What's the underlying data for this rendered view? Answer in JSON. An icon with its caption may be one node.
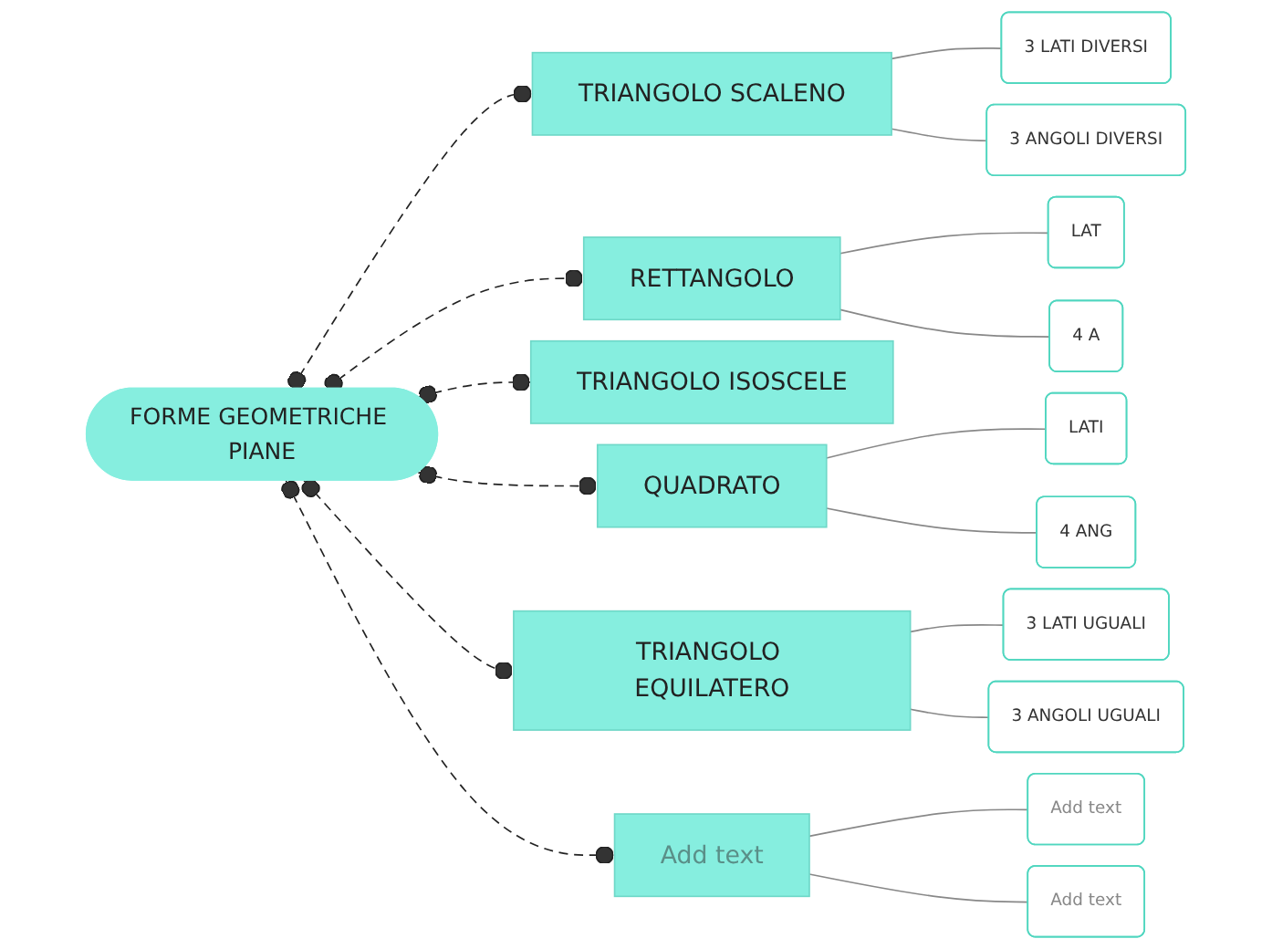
{
  "diagram": {
    "nodes": [
      {
        "text": [
          "FORME GEOMETRICHE PIANE"
        ]
      },
      {
        "text": [
          "TRIANGOLO SCALENO"
        ]
      },
      {
        "text": [
          "3 LATI DIVERSI"
        ]
      },
      {
        "text": [
          "3 ANGOLI DIVERSI"
        ]
      },
      {
        "text": [
          "RETTANGOLO"
        ]
      },
      {
        "text": [
          "LAT"
        ]
      },
      {
        "text": [
          "4 A"
        ]
      },
      {
        "text": [
          "TRIANGOLO ISOSCELE"
        ]
      },
      {
        "text": [
          "QUADRATO"
        ]
      },
      {
        "text": [
          "LATI"
        ]
      },
      {
        "text": [
          "4 ANG"
        ]
      },
      {
        "text": [
          "TRIANGOLO EQUILATERO"
        ]
      },
      {
        "text": [
          "Add text"
        ]
      },
      {
        "text": [
          "3 LATI UGUALI"
        ]
      },
      {
        "text": [
          "3 ANGOLI UGUALI"
        ]
      },
      {
        "text": [
          "Add text"
        ]
      },
      {
        "text": [
          "Add text"
        ]
      }
    ],
    "edges": [
      {
        "from": 0,
        "to": 1,
        "arrow": "other",
        "style": "dashed",
        "color": "#222222"
      },
      {
        "from": 0,
        "to": 4,
        "arrow": "other",
        "style": "dashed",
        "color": "#222222"
      },
      {
        "from": 0,
        "to": 7,
        "arrow": "other",
        "style": "dashed",
        "color": "#222222"
      },
      {
        "from": 0,
        "to": 8,
        "arrow": "other",
        "style": "dashed",
        "color": "#222222"
      },
      {
        "from": 0,
        "to": 11,
        "arrow": "other",
        "style": "dashed",
        "color": "#222222"
      },
      {
        "from": 0,
        "to": 12,
        "arrow": "other",
        "style": "dashed",
        "color": "#222222"
      },
      {
        "from": 1,
        "to": 2,
        "arrow": "none"
      },
      {
        "from": 1,
        "to": 3,
        "arrow": "none"
      },
      {
        "from": 4,
        "to": 5,
        "arrow": "none"
      },
      {
        "from": 4,
        "to": 6,
        "arrow": "none"
      },
      {
        "from": 8,
        "to": 9,
        "arrow": "none"
      },
      {
        "from": 8,
        "to": 10,
        "arrow": "none"
      },
      {
        "from": 11,
        "to": 13,
        "arrow": "none"
      },
      {
        "from": 11,
        "to": 14,
        "arrow": "none"
      },
      {
        "from": 12,
        "to": 15,
        "arrow": "none"
      },
      {
        "from": 12,
        "to": 16,
        "arrow": "none"
      }
    ]
  }
}
